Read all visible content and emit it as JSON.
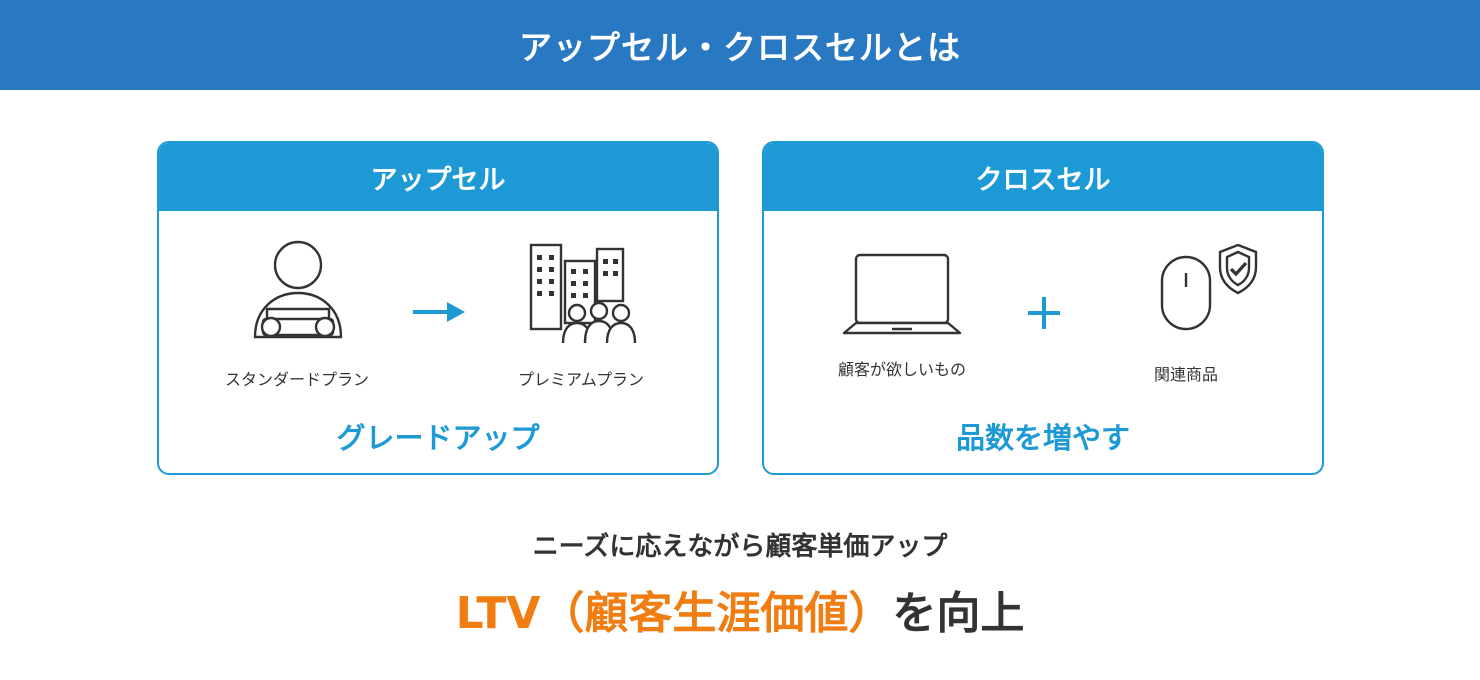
{
  "title": "アップセル・クロスセルとは",
  "upsell": {
    "header": "アップセル",
    "from_label": "スタンダードプラン",
    "to_label": "プレミアムプラン",
    "result": "グレードアップ"
  },
  "crosssell": {
    "header": "クロスセル",
    "item_label": "顧客が欲しいもの",
    "related_label": "関連商品",
    "result": "品数を増やす"
  },
  "tagline": "ニーズに応えながら顧客単価アップ",
  "headline": {
    "accent": "LTV（顧客生涯価値）",
    "rest": "を向上"
  },
  "colors": {
    "header_bar": "#2878c2",
    "card_accent": "#1d9ad6",
    "highlight": "#f07d12"
  },
  "icons": [
    "person-with-car-icon",
    "arrow-right-icon",
    "buildings-with-people-icon",
    "laptop-icon",
    "plus-icon",
    "mouse-icon",
    "shield-check-icon"
  ]
}
